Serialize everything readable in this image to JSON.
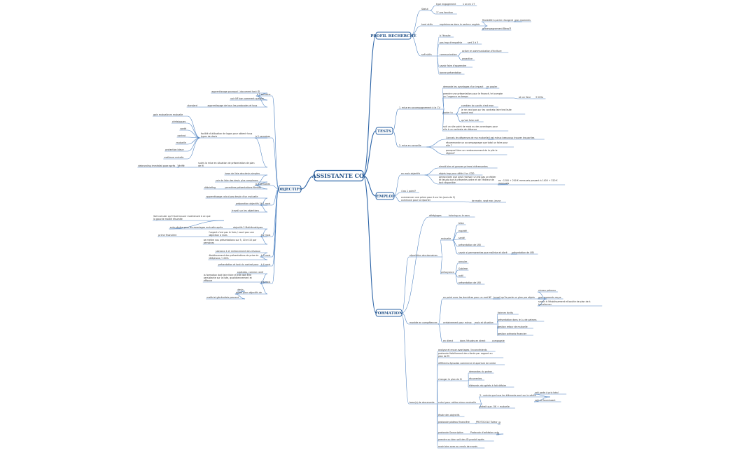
{
  "root": "ASSISTANTE CO.",
  "branches": [
    {
      "id": "profil",
      "label": "PROFIL RECHERCHÉ",
      "nodes": [
        {
          "id": "p1",
          "label": "Statut",
          "children": [
            {
              "id": "p1a",
              "label": "type engagement",
              "children": [
                {
                  "id": "p1a1",
                  "label": "1 an en CT"
                }
              ]
            },
            {
              "id": "p1b",
              "label": "1° ans fonction"
            }
          ]
        },
        {
          "id": "p2",
          "label": "hard skills",
          "children": [
            {
              "id": "p2a",
              "label": "expériences dans le secteur anglais",
              "children": [
                {
                  "id": "p2a1",
                  "label": "flexibilité à parler changent",
                  "children": [
                    {
                      "id": "p2a1a",
                      "label": "gros moments"
                    }
                  ]
                },
                {
                  "id": "p2a2",
                  "label": "accompagnement Bless®"
                }
              ]
            }
          ]
        },
        {
          "id": "p3",
          "label": "soft skills",
          "children": [
            {
              "id": "p3a",
              "label": "à l'écoute"
            },
            {
              "id": "p3b",
              "label": "pas trop d'empathie",
              "children": [
                {
                  "id": "p3b1",
                  "label": "sert 2 à 3"
                }
              ]
            },
            {
              "id": "p3c",
              "label": "communication",
              "children": [
                {
                  "id": "p3c1",
                  "label": "active en communication d'écriture"
                },
                {
                  "id": "p3c2",
                  "label": "proactive"
                }
              ]
            },
            {
              "id": "p3d",
              "label": "savoir faire d'apprendre"
            },
            {
              "id": "p3e",
              "label": "bonne présentation"
            }
          ]
        }
      ]
    },
    {
      "id": "tests",
      "label": "TESTS",
      "nodes": [
        {
          "id": "t1",
          "label": "1. mise en accompagnement à la CV",
          "children": [
            {
              "id": "t1a",
              "label": "demonte les avantages d'un impact",
              "children": [
                {
                  "id": "t1a1",
                  "label": "en papier"
                }
              ]
            },
            {
              "id": "t1b",
              "label": "prendre une présentation pour le financé / et compte un l'urgence en temps",
              "children": [
                {
                  "id": "t1b1",
                  "label": "ok un 3eur",
                  "children": [
                    {
                      "id": "t1b1a",
                      "label": "3 Vil3o"
                    }
                  ]
                }
              ]
            },
            {
              "id": "t1c",
              "label": "parler tu",
              "children": [
                {
                  "id": "t1c1",
                  "label": "combien ta succès c'est mon"
                },
                {
                  "id": "t1c2",
                  "label": "je ne veut pas sur les contrats faire tes faute quand moi"
                },
                {
                  "id": "t1c3",
                  "label": "qu'est faire mdi"
                }
              ]
            },
            {
              "id": "t1d",
              "label": "soit un site point de mois au des avantages pour elle à un contexte de distance"
            }
          ]
        },
        {
          "id": "t2",
          "label": "2. mise en conseille",
          "children": [
            {
              "id": "t2a",
              "label": "Connais les dépenses de ma mutuelle",
              "children": [
                {
                  "id": "t2a1",
                  "label": "il est mieux beaucoup trouver les parties"
                }
              ]
            },
            {
              "id": "t2b",
              "label": "récommande un accompagnage que total un faire pour elle ?"
            },
            {
              "id": "t2c",
              "label": "pourquoi faire un remboursement de la pile le régime?"
            }
          ]
        }
      ]
    },
    {
      "id": "emploi",
      "label": "EMPLOI",
      "nodes": [
        {
          "id": "e1",
          "label": "en mois objectifs",
          "children": [
            {
              "id": "e1a",
              "label": "aimait bien et grosses primes intéressantes"
            },
            {
              "id": "e1b",
              "label": "objets trop pour défini l'un CDD"
            },
            {
              "id": "e1c",
              "label": "pensez bien que peut recevoir un est pas un éditer et faisais due à présentes ordre et de l'éditeur de tout disponible",
              "children": [
                {
                  "id": "e1c1",
                  "label": "ex : 1200 + 200 € mensuels passant à 1400 + 320 € mensuels"
                }
              ]
            }
          ]
        },
        {
          "id": "e2",
          "label": "4 au 1 point?"
        },
        {
          "id": "e3",
          "label": "commencer une prime pour à sur les jours de 2) commune pour la reporter",
          "children": [
            {
              "id": "e3a",
              "label": "de matin, sept mar, jeune"
            }
          ]
        }
      ]
    },
    {
      "id": "formation",
      "label": "FORMATION",
      "nodes": [
        {
          "id": "f1",
          "label": "dérèglages",
          "children": [
            {
              "id": "f1a",
              "label": "tutoring ou le sous"
            }
          ]
        },
        {
          "id": "f2",
          "label": "répartition des domaines",
          "children": [
            {
              "id": "f2a",
              "label": "mutuelle",
              "children": [
                {
                  "id": "f2a1",
                  "label": "bilan"
                },
                {
                  "id": "f2a2",
                  "label": "expiréé"
                },
                {
                  "id": "f2a3",
                  "label": "santé"
                },
                {
                  "id": "f2a4",
                  "label": "présentation de UBI"
                },
                {
                  "id": "f2a5",
                  "label": "savoir si permanentes que maîtrise et cibré",
                  "children": [
                    {
                      "id": "f2a5a",
                      "label": "présentation de UBI"
                    }
                  ]
                }
              ]
            },
            {
              "id": "f2b",
              "label": "prévoyance",
              "children": [
                {
                  "id": "f2b1",
                  "label": "annuler"
                },
                {
                  "id": "f2b2",
                  "label": "Sublime"
                },
                {
                  "id": "f2b3",
                  "label": "outil"
                },
                {
                  "id": "f2b4",
                  "label": "présentation de UBI"
                }
              ]
            }
          ]
        },
        {
          "id": "f3",
          "label": "montée en compétences",
          "children": [
            {
              "id": "f3a",
              "label": "en point avec les dernières pour un mot NF",
              "children": [
                {
                  "id": "f3a1",
                  "label": "travail qu'ils porte un plan pro objets",
                  "children": [
                    {
                      "id": "f3a1a",
                      "label": "niveau prévenu"
                    },
                    {
                      "id": "f3a1b",
                      "label": "gros moments reçus"
                    },
                    {
                      "id": "f3a1c",
                      "label": "savoir à l'établissement et boutte de plan de à transformer"
                    }
                  ]
                }
              ]
            },
            {
              "id": "f3b",
              "label": "certainement pour mieux",
              "children": [
                {
                  "id": "f3b1",
                  "label": "mois et situation",
                  "children": [
                    {
                      "id": "f3b1a",
                      "label": "faire en écrits"
                    },
                    {
                      "id": "f3b1b",
                      "label": "présentation dans le Lu de patrons"
                    },
                    {
                      "id": "f3b1c",
                      "label": "gestion retour de mutuelle"
                    },
                    {
                      "id": "f3b1d",
                      "label": "gestion scénario financier"
                    }
                  ]
                }
              ]
            },
            {
              "id": "f3c",
              "label": "en direct",
              "children": [
                {
                  "id": "f3c1",
                  "label": "dans l'études en direct",
                  "children": [
                    {
                      "id": "f3c1a",
                      "label": "compagnie"
                    }
                  ]
                }
              ]
            }
          ]
        },
        {
          "id": "f4",
          "label": "base(s) de documents",
          "children": [
            {
              "id": "f4a",
              "label": "analyse et revue avantages / inconvénients"
            },
            {
              "id": "f4b",
              "label": "protocole Habillement des clients par rapport au plan de Fil"
            },
            {
              "id": "f4c",
              "label": "différents épisodes commerce et aperture de vente"
            },
            {
              "id": "f4d",
              "label": "changer le plan de fil",
              "children": [
                {
                  "id": "f4d1",
                  "label": "demandes du patron"
                },
                {
                  "id": "f4d2",
                  "label": "récurrentes"
                },
                {
                  "id": "f4d3",
                  "label": "éléments récupérés à fait défaire"
                }
              ]
            },
            {
              "id": "f4e",
              "label": "calcul pour métro mieux mutuelle",
              "children": [
                {
                  "id": "f4e1",
                  "label": "3 : calcule que tous les éléments sont sur la vérité",
                  "children": [
                    {
                      "id": "f4e1a",
                      "label": "soit porte à prix total"
                    },
                    {
                      "id": "f4e1b",
                      "label": "soit en fournissant"
                    }
                  ]
                },
                {
                  "id": "f4e2",
                  "label": "extrait que. OK + mutuelle"
                }
              ]
            },
            {
              "id": "f4f",
              "label": "étude des objectifs"
            },
            {
              "id": "f4g",
              "label": "protocole plateau financière",
              "children": [
                {
                  "id": "f4g1",
                  "label": "PROTOCOLE Tuteur",
                  "children": [
                    {
                      "id": "f4g1a",
                      "label": "@"
                    }
                  ]
                }
              ]
            },
            {
              "id": "f4h",
              "label": "protocole Souscription",
              "children": [
                {
                  "id": "f4h1",
                  "label": "Protocole d'adhésion.xsl",
                  "children": [
                    {
                      "id": "f4h1a",
                      "label": "@"
                    }
                  ]
                }
              ]
            },
            {
              "id": "f4i",
              "label": "prendre ou bien voit des ID produit après"
            },
            {
              "id": "f4j",
              "label": "avoir bien avec au rendu de envois"
            }
          ]
        }
      ]
    },
    {
      "id": "objectifs",
      "label": "OBJECTIFS",
      "nodes": [
        {
          "id": "o1",
          "label": "à 1 semaine",
          "children": [
            {
              "id": "o1a",
              "label": "apprentissage pourquoi / document tout ID"
            },
            {
              "id": "o1b",
              "label": "voir NF bon comment quatory"
            },
            {
              "id": "o1c",
              "label": "apprentissage de tous les protocoles et tous",
              "children": [
                {
                  "id": "o1c1",
                  "label": "standard"
                }
              ]
            }
          ]
        },
        {
          "id": "o2",
          "label": "à 2 semaines",
          "children": [
            {
              "id": "o2a",
              "label": "facilité d'utilisation de logos pour obtenir tous types de devis",
              "children": [
                {
                  "id": "o2a1",
                  "label": "gain mutuelle en mutuelle"
                },
                {
                  "id": "o2a2",
                  "label": "céréalogues"
                },
                {
                  "id": "o2a3",
                  "label": "santé"
                },
                {
                  "id": "o2a4",
                  "label": "contrat"
                },
                {
                  "id": "o2a5",
                  "label": "mutuelle"
                },
                {
                  "id": "o2a6",
                  "label": "protection bleue"
                },
                {
                  "id": "o2a7",
                  "label": "meilleure mutelle"
                }
              ]
            },
            {
              "id": "o2b",
              "label": "suivis la mise en situation de présentation de plan de fil",
              "children": [
                {
                  "id": "o2b1",
                  "label": "Vérifié",
                  "children": [
                    {
                      "id": "o2b1a",
                      "label": "debranding immédiat pose après"
                    }
                  ]
                }
              ]
            }
          ]
        },
        {
          "id": "o3",
          "label": "à 3 semaines",
          "children": [
            {
              "id": "o3a",
              "label": "base de liste des devis simples"
            },
            {
              "id": "o3b",
              "label": "voir de liste des devis plus complexes"
            },
            {
              "id": "o3c",
              "label": "premières présentations filmées",
              "children": [
                {
                  "id": "o3c1",
                  "label": "débriefing"
                }
              ]
            }
          ]
        },
        {
          "id": "o4",
          "label": "à 1 mois",
          "children": [
            {
              "id": "o4a",
              "label": "apprentissage calcul pas dessin d'un mutuelle"
            },
            {
              "id": "o4b",
              "label": "préparation objectifs 1"
            },
            {
              "id": "o4c",
              "label": "travail sur les objections"
            }
          ]
        },
        {
          "id": "o5",
          "label": "à 2 mois",
          "children": [
            {
              "id": "o5a",
              "label": "objectifs 2 Mathématiques",
              "children": [
                {
                  "id": "o5a1",
                  "label": "auto-sévère pour les avantages mutuelle après",
                  "children": [
                    {
                      "id": "o5a1a",
                      "label": "Sait calculer qu'il faut trouver maintenant à ce que la gauche moitié résumée"
                    }
                  ]
                }
              ]
            },
            {
              "id": "o5b",
              "label": "l'argent c'est pas le frais / court pas une objection à mais",
              "children": [
                {
                  "id": "o5b1",
                  "label": "prime financière"
                }
              ]
            },
            {
              "id": "o5c",
              "label": "se mettre nos présentations sur 5, 10 et 15 par semaines"
            }
          ]
        },
        {
          "id": "o6",
          "label": "à 3 mois",
          "children": [
            {
              "id": "o6a",
              "label": "sessions 1 et renforcement des réseaux"
            },
            {
              "id": "o6b",
              "label": "établissement des présentations de prise du téléphone / 100%"
            }
          ]
        },
        {
          "id": "o7",
          "label": "à 4 mois",
          "children": [
            {
              "id": "o7a",
              "label": "présentation et tout du contrat pour"
            }
          ]
        },
        {
          "id": "o8",
          "label": "à 6 mois",
          "children": [
            {
              "id": "o8a",
              "label": "capitales, comme carré"
            },
            {
              "id": "o8b",
              "label": "la formation doit faire faire et elle doit être persistante sur la liste, quotidiennement et efficace"
            },
            {
              "id": "o8c",
              "label": "prime pour objectifs de",
              "children": [
                {
                  "id": "o8c1",
                  "label": "devis"
                },
                {
                  "id": "o8c2",
                  "label": "matériel généraliste passant"
                }
              ]
            }
          ]
        }
      ]
    }
  ]
}
